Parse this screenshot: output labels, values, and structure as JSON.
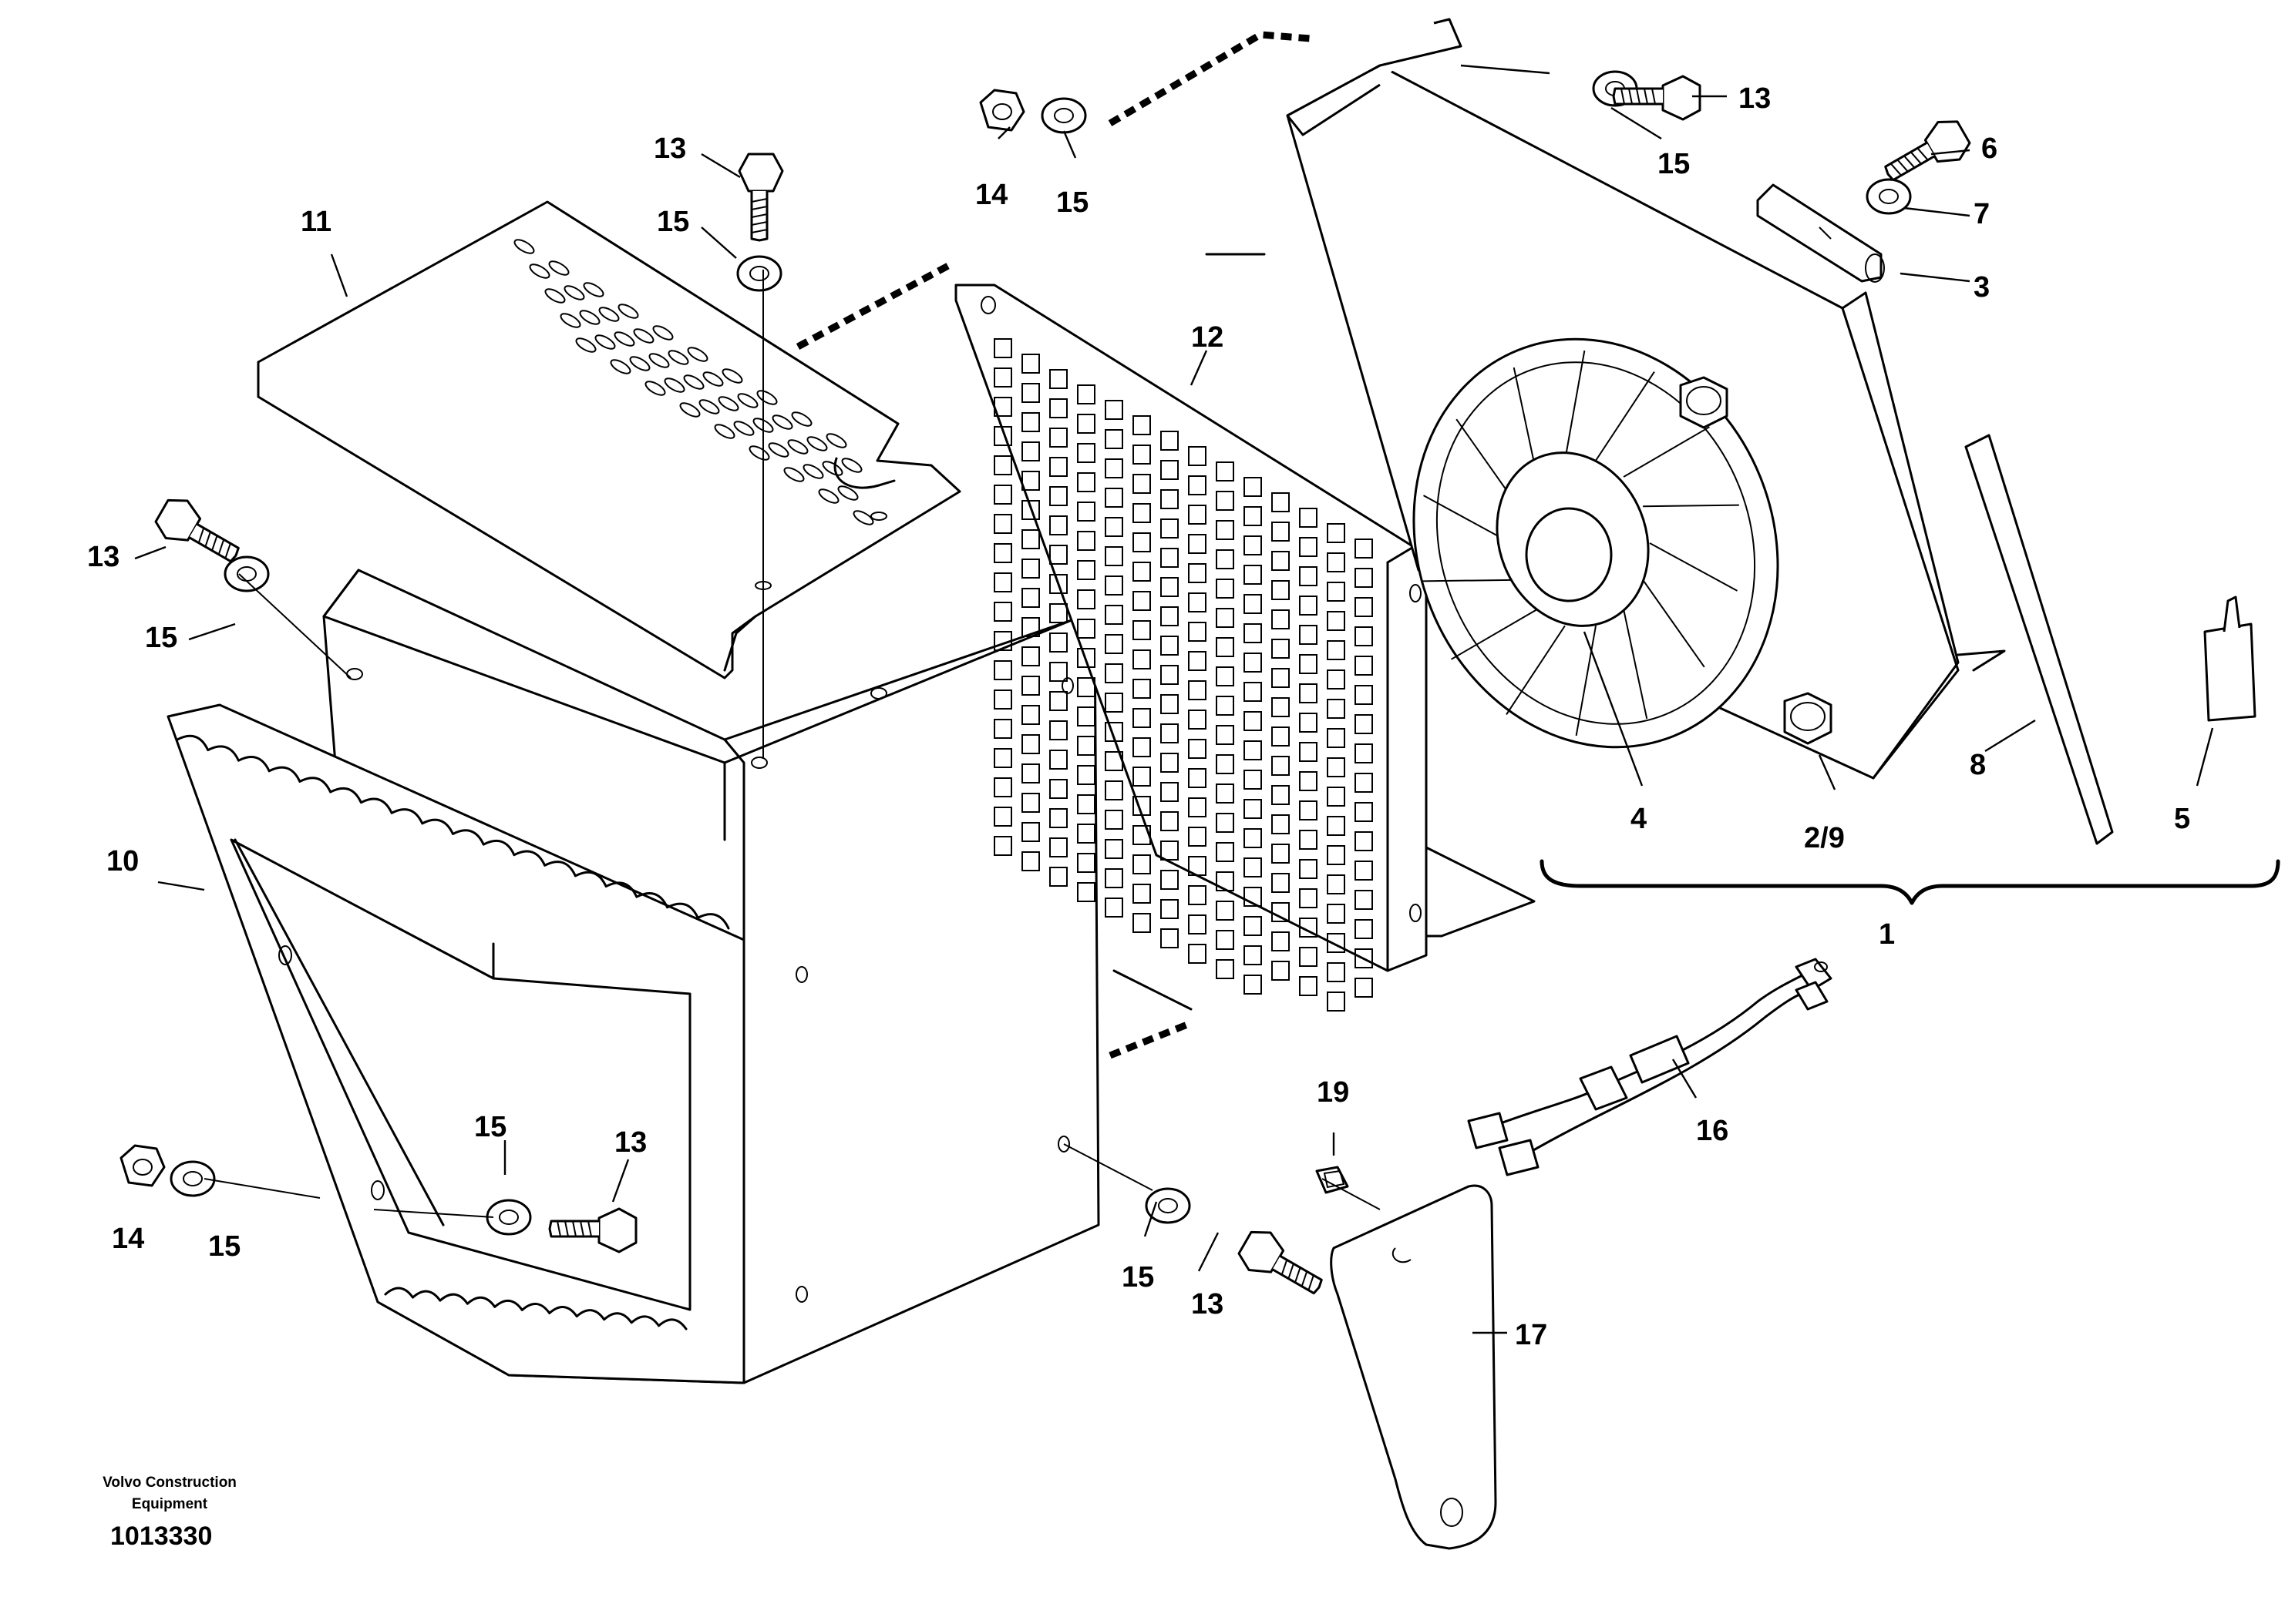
{
  "diagram": {
    "type": "exploded-parts-view",
    "callouts": {
      "c13_a": "13",
      "c15_a": "15",
      "c11": "11",
      "c13_b": "13",
      "c15_b": "15",
      "c10": "10",
      "c14_a": "14",
      "c15_c": "15",
      "c15_d": "15",
      "c13_c": "13",
      "c14_b": "14",
      "c15_e": "15",
      "c12": "12",
      "c15_f": "15",
      "c13_d": "13",
      "c15_g": "15",
      "c13_e": "13",
      "c6": "6",
      "c7": "7",
      "c3": "3",
      "c4": "4",
      "c2_9": "2/9",
      "c8": "8",
      "c5": "5",
      "c1": "1",
      "c19": "19",
      "c16": "16",
      "c17": "17"
    },
    "footer": {
      "brand_line1": "Volvo Construction",
      "brand_line2": "Equipment",
      "doc_number": "1013330"
    },
    "colors": {
      "ink": "#000000",
      "paper": "#ffffff"
    }
  }
}
